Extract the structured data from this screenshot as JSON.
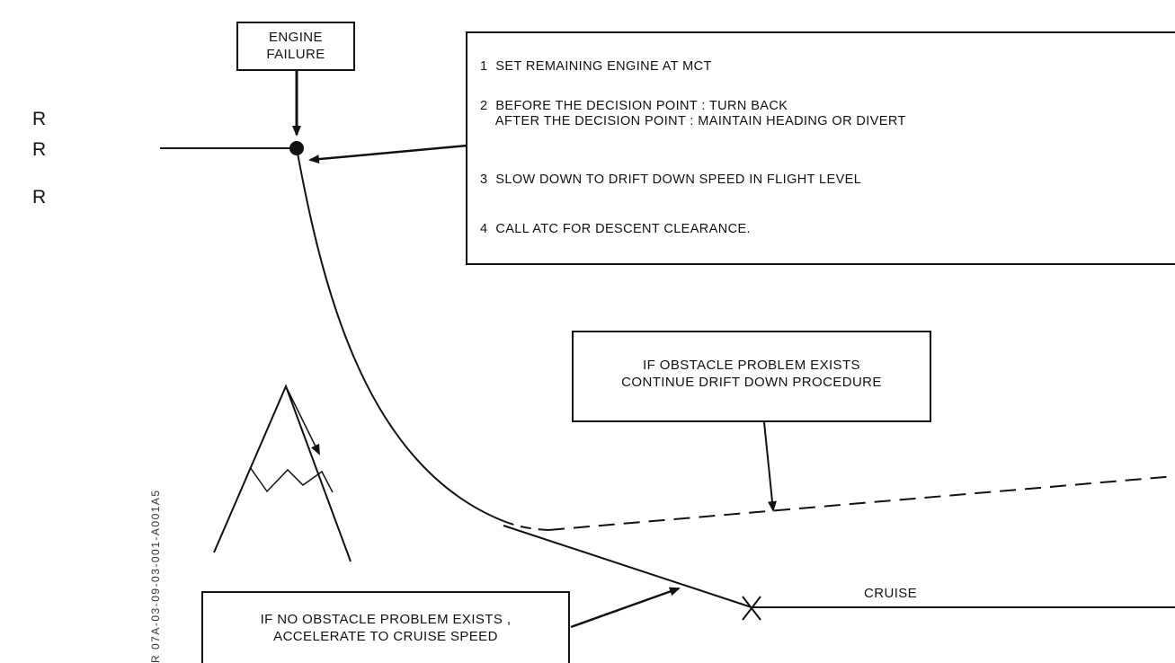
{
  "revision_marks": [
    "R",
    "R",
    "R"
  ],
  "engine_failure_box": {
    "line1": "ENGINE",
    "line2": "FAILURE"
  },
  "procedure_box": {
    "steps": [
      "1  SET REMAINING ENGINE AT MCT",
      "2  BEFORE THE DECISION POINT : TURN BACK\n    AFTER THE DECISION POINT : MAINTAIN HEADING OR DIVERT",
      "3  SLOW DOWN TO DRIFT DOWN SPEED IN FLIGHT LEVEL",
      "4  CALL ATC FOR DESCENT CLEARANCE."
    ]
  },
  "obstacle_exists_box": {
    "line1": "IF OBSTACLE PROBLEM EXISTS",
    "line2": "CONTINUE DRIFT DOWN PROCEDURE"
  },
  "no_obstacle_box": {
    "line1": "IF NO OBSTACLE PROBLEM EXISTS ,",
    "line2": "ACCELERATE TO CRUISE SPEED"
  },
  "cruise_label": "CRUISE",
  "figure_reference": "R 07A-03-09-03-001-A001A5",
  "colors": {
    "ink": "#111111",
    "background": "#ffffff"
  },
  "icons": [
    "mountain-icon",
    "cross-marker-icon",
    "engine-failure-dot-icon"
  ]
}
